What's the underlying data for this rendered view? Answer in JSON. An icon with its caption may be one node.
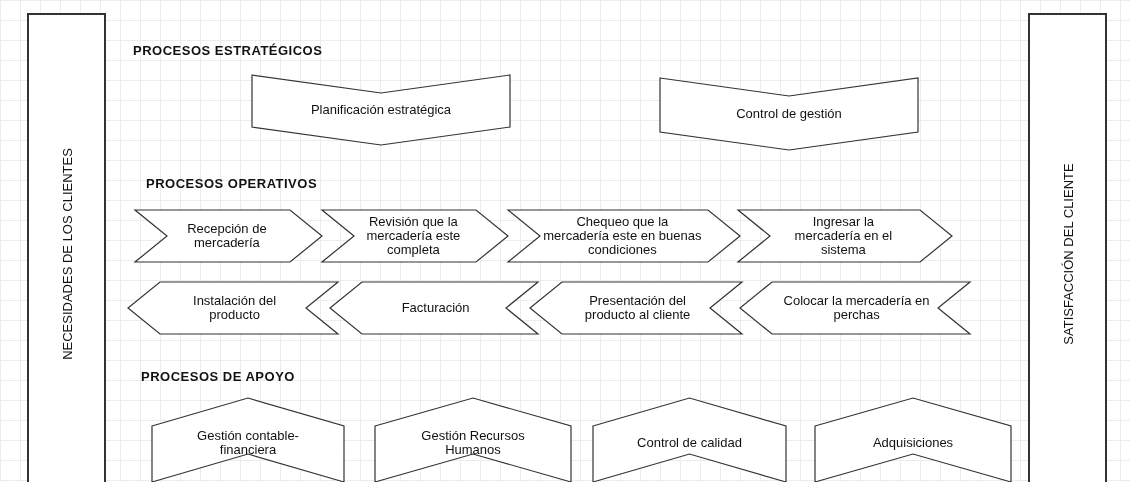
{
  "diagram": {
    "nodes": [
      {
        "text": [
          "NECESIDADES DE LOS CLIENTES"
        ]
      },
      {
        "text": [
          "Planificación estratégica"
        ]
      },
      {
        "text": [
          "Control de gestión"
        ]
      },
      {
        "text": [
          "Recepción de mercadería"
        ]
      },
      {
        "text": [
          "Revisión que la mercadería este completa"
        ]
      },
      {
        "text": [
          "Chequeo que la mercadería este en buenas condiciones"
        ]
      },
      {
        "text": [
          "Ingresar la mercadería en el sistema"
        ]
      },
      {
        "text": [
          "Instalación del producto"
        ]
      },
      {
        "text": [
          "Facturación"
        ]
      },
      {
        "text": [
          "Presentación del producto al cliente"
        ]
      },
      {
        "text": [
          "Colocar la mercadería en perchas"
        ]
      },
      {
        "text": [
          "Gestión contable-financiera"
        ]
      },
      {
        "text": [
          "Gestión Recursos Humanos"
        ]
      },
      {
        "text": [
          "Control de calidad"
        ]
      },
      {
        "text": [
          "Adquisiciones"
        ]
      },
      {
        "text": [
          "SATISFACCIÓN DEL CLIENTE"
        ]
      }
    ],
    "edges": [],
    "labels": [
      "PROCESOS ESTRATÉGICOS",
      "PROCESOS OPERATIVOS",
      "PROCESOS DE APOYO"
    ]
  }
}
